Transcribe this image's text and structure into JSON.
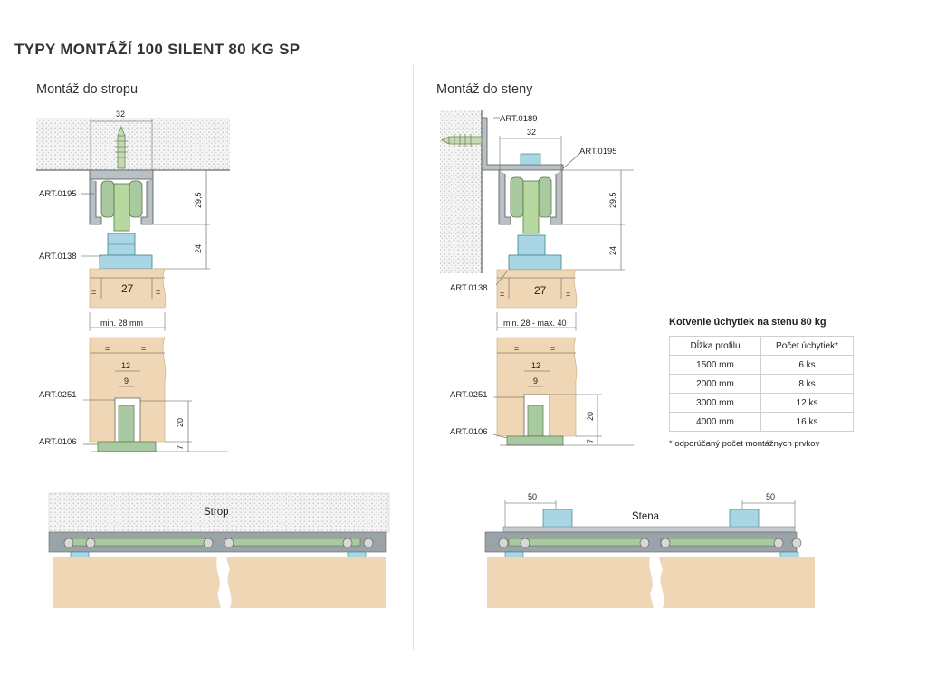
{
  "title": "TYPY MONTÁŽÍ 100 SILENT 80 KG SP",
  "left": {
    "heading": "Montáž do stropu",
    "labels": {
      "art0195": "ART.0195",
      "art0138": "ART.0138",
      "art0251": "ART.0251",
      "art0106": "ART.0106"
    },
    "dims": {
      "d32": "32",
      "d29_5": "29,5",
      "d24": "24",
      "d27": "27",
      "min": "min. 28 mm",
      "d12": "12",
      "d9": "9",
      "d20": "20",
      "d7": "7",
      "eq": "="
    },
    "strip_label": "Strop"
  },
  "right": {
    "heading": "Montáž do steny",
    "labels": {
      "art0189": "ART.0189",
      "art0195": "ART.0195",
      "art0138": "ART.0138",
      "art0251": "ART.0251",
      "art0106": "ART.0106"
    },
    "dims": {
      "d32": "32",
      "d29_5": "29,5",
      "d24": "24",
      "d27": "27",
      "minmax": "min. 28 - max. 40",
      "d12": "12",
      "d9": "9",
      "d20": "20",
      "d7": "7",
      "d50": "50",
      "eq": "="
    },
    "strip_label": "Stena"
  },
  "table": {
    "caption": "Kotvenie úchytiek na stenu 80 kg",
    "headers": [
      "Dĺžka profilu",
      "Počet úchytiek*"
    ],
    "rows": [
      [
        "1500 mm",
        "6 ks"
      ],
      [
        "2000 mm",
        "8 ks"
      ],
      [
        "3000 mm",
        "12 ks"
      ],
      [
        "4000 mm",
        "16 ks"
      ]
    ],
    "footnote": "* odporúčaný počet montážnych prvkov"
  },
  "colors": {
    "wood": "#efd7b5",
    "rail": "#9aa3a8",
    "green": "#a9c9a0",
    "blue": "#a9d6e4",
    "dots": "#cfcfcf"
  }
}
